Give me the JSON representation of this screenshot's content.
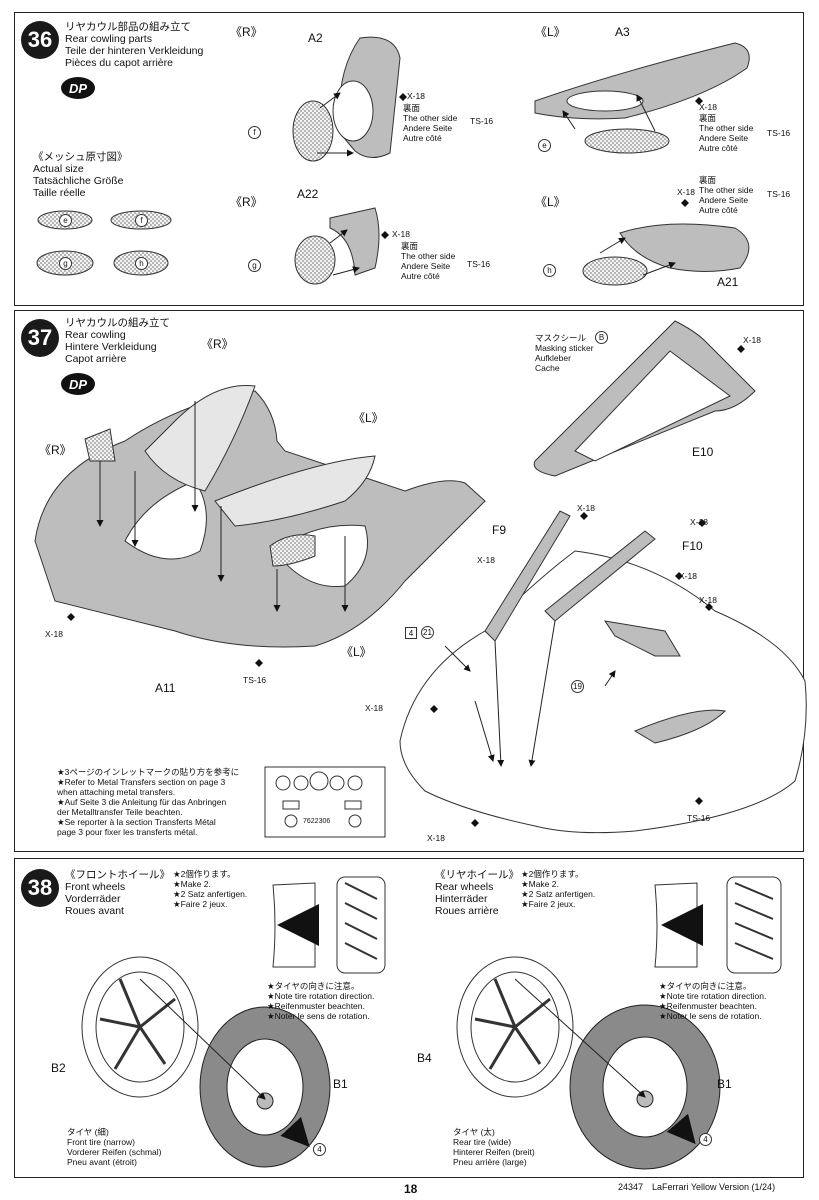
{
  "step36": {
    "number": "36",
    "title": [
      "リヤカウル部品の組み立て",
      "Rear cowling parts",
      "Teile der hinteren Verkleidung",
      "Pièces du capot arrière"
    ],
    "dp": "DP",
    "mesh_title": [
      "《メッシュ原寸図》",
      "Actual size",
      "Tatsächliche Größe",
      "Taille réelle"
    ],
    "mesh_parts": [
      "e",
      "f",
      "g",
      "h"
    ],
    "side_r": "《R》",
    "side_l": "《L》",
    "parts": {
      "a2": "A2",
      "a3": "A3",
      "a22": "A22",
      "a21": "A21",
      "f": "f",
      "e": "e",
      "g": "g",
      "h": "h"
    },
    "x18": "X-18",
    "other_side": [
      "裏面",
      "The other side",
      "Andere Seite",
      "Autre côté"
    ],
    "ts16": "TS-16"
  },
  "step37": {
    "number": "37",
    "title": [
      "リヤカウルの組み立て",
      "Rear cowling",
      "Hintere Verkleidung",
      "Capot arrière"
    ],
    "dp": "DP",
    "side_r": "《R》",
    "side_l": "《L》",
    "masking": [
      "マスクシール",
      "Masking sticker",
      "Aufkleber",
      "Cache"
    ],
    "masking_code": "B",
    "parts": {
      "a11": "A11",
      "e10": "E10",
      "f9": "F9",
      "f10": "F10"
    },
    "x18": "X-18",
    "ts16": "TS-16",
    "callouts": {
      "c4": "4",
      "c21": "21",
      "c19": "19"
    },
    "note": [
      "★3ページのインレットマークの貼り方を参考に",
      "★Refer to Metal Transfers section on page 3",
      "when attaching metal transfers.",
      "★Auf Seite 3 die Anleitung für das Anbringen",
      "der Metalltransfer Teile beachten.",
      "★Se reporter à la section Transferts Métal",
      "page 3 pour fixer les transferts métal."
    ],
    "transfer_code": "7622306"
  },
  "step38": {
    "number": "38",
    "front_title": [
      "《フロントホイール》",
      "Front wheels",
      "Vorderräder",
      "Roues avant"
    ],
    "rear_title": [
      "《リヤホイール》",
      "Rear wheels",
      "Hinterräder",
      "Roues arrière"
    ],
    "make2": [
      "★2個作ります。",
      "★Make 2.",
      "★2 Satz anfertigen.",
      "★Faire 2 jeux."
    ],
    "rotation": [
      "★タイヤの向きに注意。",
      "★Note tire rotation direction.",
      "★Reifenmuster beachten.",
      "★Noter le sens de rotation."
    ],
    "front_tire": [
      "タイヤ (細)",
      "Front tire (narrow)",
      "Vorderer Reifen (schmal)",
      "Pneu avant (étroit)"
    ],
    "rear_tire": [
      "タイヤ (太)",
      "Rear tire (wide)",
      "Hinterer Reifen (breit)",
      "Pneu arrière (large)"
    ],
    "parts": {
      "b2": "B2",
      "b4": "B4",
      "b1": "B1",
      "c4": "4"
    }
  },
  "footer": {
    "page": "18",
    "code": "24347",
    "product": "LaFerrari Yellow Version (1/24)"
  }
}
